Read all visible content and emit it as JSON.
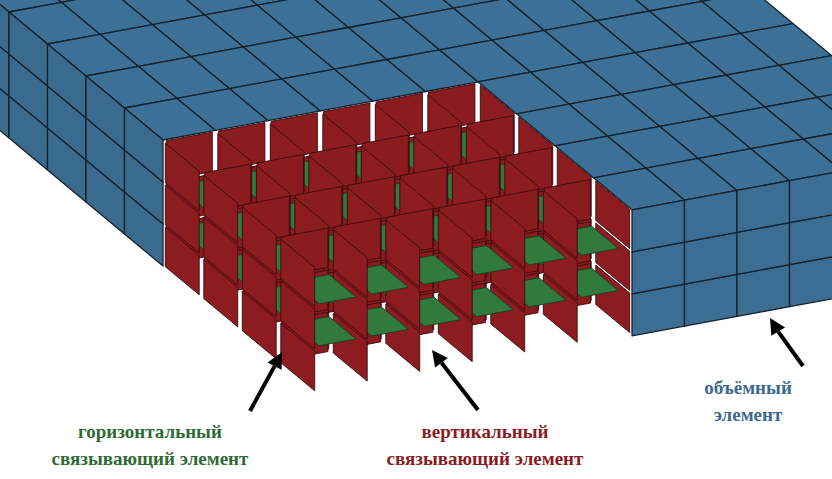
{
  "diagram": {
    "labels": [
      "горизонтальный связывающий элемент",
      "вертикальный связывающий элемент",
      "объёмный элемент"
    ]
  }
}
